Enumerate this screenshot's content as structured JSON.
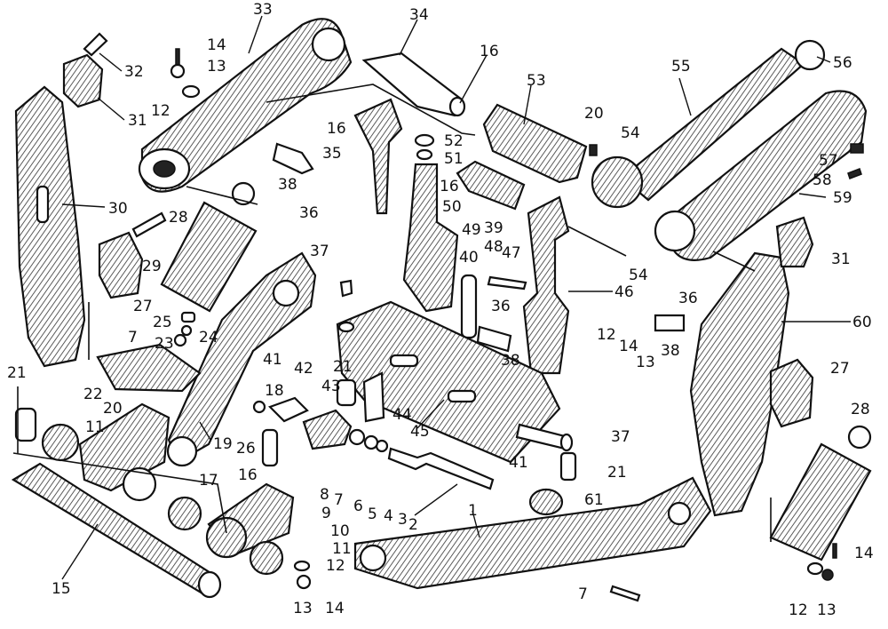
{
  "diagram": {
    "type": "exploded-parts-drawing",
    "callouts": [
      {
        "id": "c33",
        "text": "33"
      },
      {
        "id": "c34",
        "text": "34"
      },
      {
        "id": "c14a",
        "text": "14"
      },
      {
        "id": "c13a",
        "text": "13"
      },
      {
        "id": "c12a",
        "text": "12"
      },
      {
        "id": "c32",
        "text": "32"
      },
      {
        "id": "c31a",
        "text": "31"
      },
      {
        "id": "c30",
        "text": "30"
      },
      {
        "id": "c16a",
        "text": "16"
      },
      {
        "id": "c53",
        "text": "53"
      },
      {
        "id": "c20a",
        "text": "20"
      },
      {
        "id": "c54a",
        "text": "54"
      },
      {
        "id": "c55",
        "text": "55"
      },
      {
        "id": "c56",
        "text": "56"
      },
      {
        "id": "c57",
        "text": "57"
      },
      {
        "id": "c58",
        "text": "58"
      },
      {
        "id": "c59",
        "text": "59"
      },
      {
        "id": "c52",
        "text": "52"
      },
      {
        "id": "c51",
        "text": "51"
      },
      {
        "id": "c16b",
        "text": "16"
      },
      {
        "id": "c16c",
        "text": "16"
      },
      {
        "id": "c35",
        "text": "35"
      },
      {
        "id": "c38a",
        "text": "38"
      },
      {
        "id": "c36a",
        "text": "36"
      },
      {
        "id": "c50",
        "text": "50"
      },
      {
        "id": "c39",
        "text": "39"
      },
      {
        "id": "c49",
        "text": "49"
      },
      {
        "id": "c40",
        "text": "40"
      },
      {
        "id": "c48",
        "text": "48"
      },
      {
        "id": "c47",
        "text": "47"
      },
      {
        "id": "c46",
        "text": "46"
      },
      {
        "id": "c54b",
        "text": "54"
      },
      {
        "id": "c31b",
        "text": "31"
      },
      {
        "id": "c28a",
        "text": "28"
      },
      {
        "id": "c29",
        "text": "29"
      },
      {
        "id": "c27a",
        "text": "27"
      },
      {
        "id": "c25",
        "text": "25"
      },
      {
        "id": "c24",
        "text": "24"
      },
      {
        "id": "c23",
        "text": "23"
      },
      {
        "id": "c7a",
        "text": "7"
      },
      {
        "id": "c37a",
        "text": "37"
      },
      {
        "id": "c36b",
        "text": "36"
      },
      {
        "id": "c38b",
        "text": "38"
      },
      {
        "id": "c12b",
        "text": "12"
      },
      {
        "id": "c14b",
        "text": "14"
      },
      {
        "id": "c13b",
        "text": "13"
      },
      {
        "id": "c36c",
        "text": "36"
      },
      {
        "id": "c38c",
        "text": "38"
      },
      {
        "id": "c60",
        "text": "60"
      },
      {
        "id": "c41a",
        "text": "41"
      },
      {
        "id": "c42",
        "text": "42"
      },
      {
        "id": "c21a",
        "text": "21"
      },
      {
        "id": "c22",
        "text": "22"
      },
      {
        "id": "c20b",
        "text": "20"
      },
      {
        "id": "c11a",
        "text": "11"
      },
      {
        "id": "c19",
        "text": "19"
      },
      {
        "id": "c18",
        "text": "18"
      },
      {
        "id": "c43",
        "text": "43"
      },
      {
        "id": "c21b",
        "text": "21"
      },
      {
        "id": "c44",
        "text": "44"
      },
      {
        "id": "c45",
        "text": "45"
      },
      {
        "id": "c27b",
        "text": "27"
      },
      {
        "id": "c37b",
        "text": "37"
      },
      {
        "id": "c41b",
        "text": "41"
      },
      {
        "id": "c21c",
        "text": "21"
      },
      {
        "id": "c26",
        "text": "26"
      },
      {
        "id": "c17",
        "text": "17"
      },
      {
        "id": "c8",
        "text": "8"
      },
      {
        "id": "c7b",
        "text": "7"
      },
      {
        "id": "c6",
        "text": "6"
      },
      {
        "id": "c5",
        "text": "5"
      },
      {
        "id": "c4",
        "text": "4"
      },
      {
        "id": "c3",
        "text": "3"
      },
      {
        "id": "c2",
        "text": "2"
      },
      {
        "id": "c28b",
        "text": "28"
      },
      {
        "id": "c61",
        "text": "61"
      },
      {
        "id": "c1",
        "text": "1"
      },
      {
        "id": "c16d",
        "text": "16"
      },
      {
        "id": "c9",
        "text": "9"
      },
      {
        "id": "c10",
        "text": "10"
      },
      {
        "id": "c11b",
        "text": "11"
      },
      {
        "id": "c15",
        "text": "15"
      },
      {
        "id": "c12c",
        "text": "12"
      },
      {
        "id": "c13c",
        "text": "13"
      },
      {
        "id": "c14c",
        "text": "14"
      },
      {
        "id": "c7c",
        "text": "7"
      },
      {
        "id": "c14d",
        "text": "14"
      },
      {
        "id": "c12d",
        "text": "12"
      },
      {
        "id": "c13d",
        "text": "13"
      }
    ]
  }
}
